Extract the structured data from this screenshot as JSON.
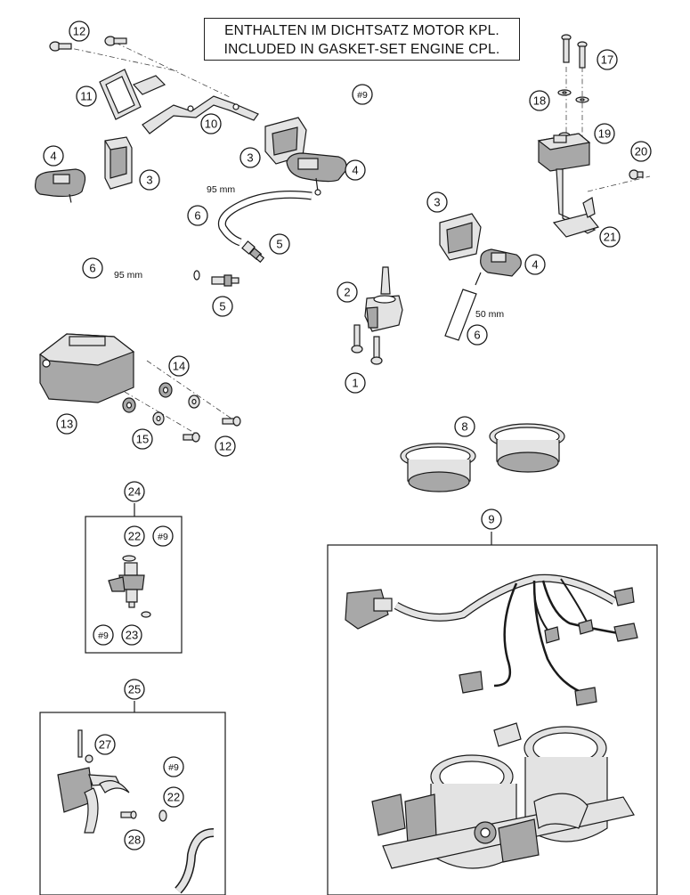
{
  "note": {
    "line1": "ENTHALTEN IM DICHTSATZ MOTOR KPL.",
    "line2": "INCLUDED IN GASKET-SET ENGINE CPL."
  },
  "dimensions": {
    "hose_a": "95 mm",
    "hose_b": "95 mm",
    "hose_c": "50 mm"
  },
  "callouts": {
    "c1": "1",
    "c2": "2",
    "c3": "3",
    "c4": "4",
    "c5": "5",
    "c6": "6",
    "c8": "8",
    "c9": "9",
    "c10": "10",
    "c11": "11",
    "c12": "12",
    "c13": "13",
    "c14": "14",
    "c15": "15",
    "c17": "17",
    "c18": "18",
    "c19": "19",
    "c20": "20",
    "c21": "21",
    "c22": "22",
    "c23": "23",
    "c24": "24",
    "c25": "25",
    "c27": "27",
    "c28": "28",
    "ref9": "#9"
  },
  "colors": {
    "line": "#1a1a1a",
    "part_fill": "#d9d9d9",
    "part_dark": "#9a9a9a"
  }
}
